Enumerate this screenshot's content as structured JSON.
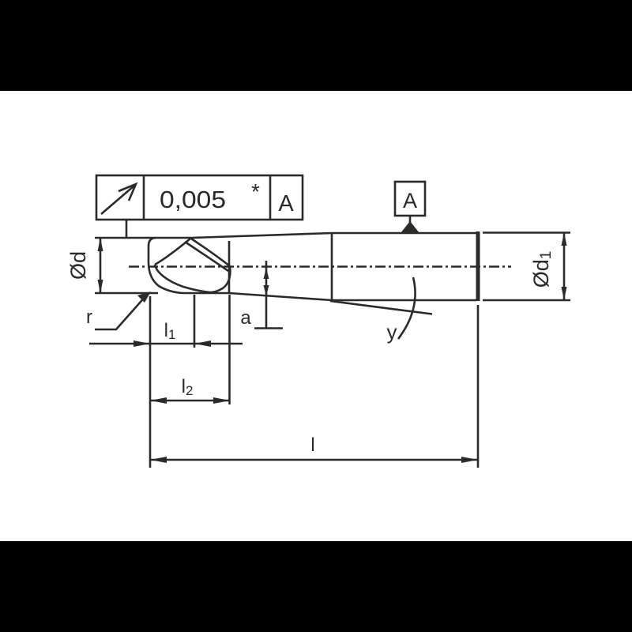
{
  "canvas": {
    "background": "#000000",
    "paper": "#ffffff",
    "line_color": "#2b2a29"
  },
  "tolerance_frame": {
    "symbol_icon": "circular-runout-arrow",
    "value": "0,005",
    "note": "*",
    "datum_ref": "A"
  },
  "datum_flag": {
    "letter": "A"
  },
  "labels": {
    "diameter_head": {
      "base": "Ød",
      "sub": ""
    },
    "diameter_shank": {
      "base": "Ød",
      "sub": "1"
    },
    "corner_radius": "r",
    "length1": {
      "base": "l",
      "sub": "1"
    },
    "length2": {
      "base": "l",
      "sub": "2"
    },
    "neck_offset": "a",
    "taper_angle": "y",
    "overall_length": "l"
  }
}
